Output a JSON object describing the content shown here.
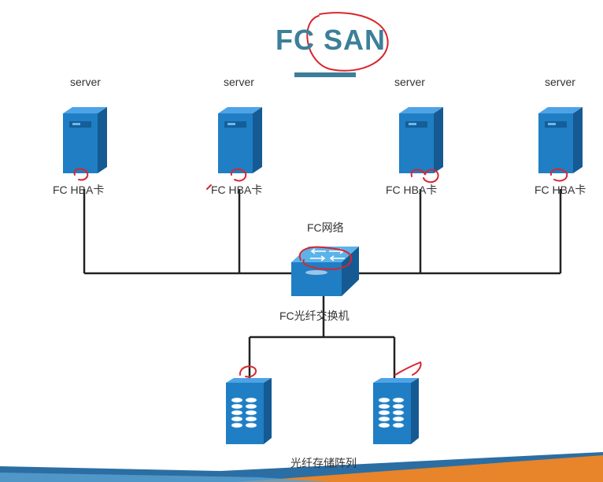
{
  "title": "FC SAN",
  "servers": [
    {
      "label": "server",
      "hba": "FC HBA卡"
    },
    {
      "label": "server",
      "hba": "FC HBA卡"
    },
    {
      "label": "server",
      "hba": "FC HBA卡"
    },
    {
      "label": "server",
      "hba": "FC HBA卡"
    }
  ],
  "network_label": "FC网络",
  "switch_label": "FC光纤交换机",
  "storage_label": "光纤存储阵列",
  "colors": {
    "title": "#3d7f99",
    "device_blue": "#1f7ec4",
    "annotation_red": "#d8262e",
    "line": "#222222",
    "footer_orange": "#e8842a",
    "footer_blue": "#2b6ea3"
  }
}
